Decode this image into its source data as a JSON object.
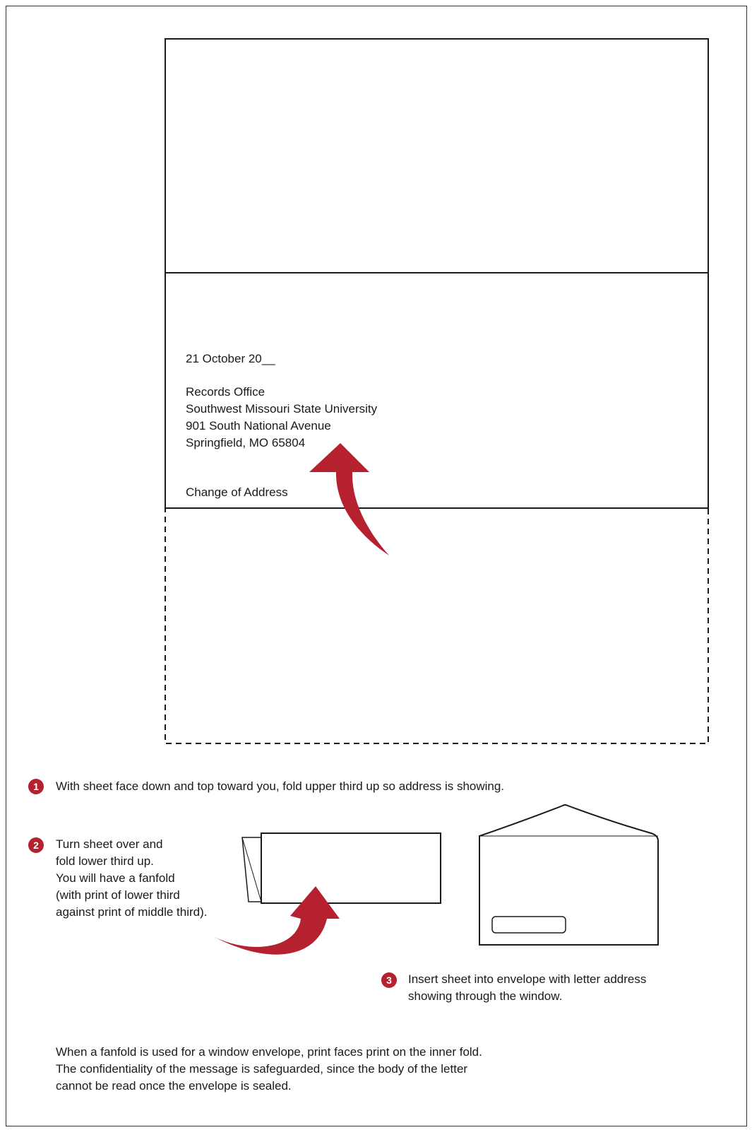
{
  "colors": {
    "accent": "#b5212f",
    "stroke": "#1a1a1a",
    "text": "#1a1a1a"
  },
  "letter": {
    "date": "21 October 20__",
    "address_lines": [
      "Records Office",
      "Southwest Missouri State University",
      "901 South National Avenue",
      "Springfield, MO 65804"
    ],
    "subject": "Change of Address"
  },
  "steps": [
    {
      "number": "1",
      "lines": [
        "With sheet face down and top toward you, fold upper third up so address is showing."
      ]
    },
    {
      "number": "2",
      "lines": [
        "Turn sheet over and",
        "fold lower third up.",
        "You will have a fanfold",
        "(with print of lower third",
        "against print of middle third)."
      ]
    },
    {
      "number": "3",
      "lines": [
        "Insert sheet into envelope with letter address",
        "showing through the window."
      ]
    }
  ],
  "note_lines": [
    "When a fanfold is used for a window envelope, print faces print on the inner fold.",
    "The confidentiality of the message is safeguarded, since the body of the letter",
    "cannot be read once the envelope is sealed."
  ],
  "icons": {
    "fold_arrow": "curved-arrow-icon",
    "folded_sheet": "fanfold-sheet-icon",
    "envelope": "window-envelope-icon"
  }
}
